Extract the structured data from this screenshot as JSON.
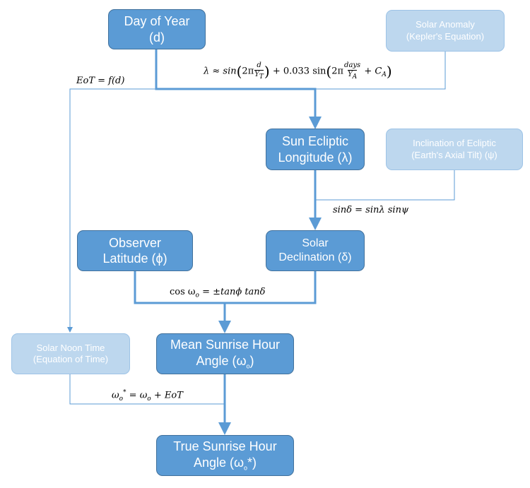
{
  "boxes": {
    "day_of_year": {
      "line1": "Day of Year",
      "line2": "(d)"
    },
    "solar_anomaly": {
      "line1": "Solar Anomaly",
      "line2": "(Kepler's Equation)"
    },
    "sun_ecliptic_longitude": {
      "line1": "Sun Ecliptic",
      "line2": "Longitude (λ)"
    },
    "inclination_of_ecliptic": {
      "line1": "Inclination of Ecliptic",
      "line2": "(Earth's Axial Tilt) (ψ)"
    },
    "observer_latitude": {
      "line1": "Observer",
      "line2": "Latitude (ϕ)"
    },
    "solar_declination": {
      "line1": "Solar",
      "line2": "Declination (δ)"
    },
    "solar_noon_time": {
      "line1": "Solar Noon Time",
      "line2": "(Equation of Time)"
    },
    "mean_sunrise_hour_angle": {
      "line1": "Mean Sunrise Hour",
      "line2": "Angle (ω",
      "line2_sub": "o",
      "line2_end": ")"
    },
    "true_sunrise_hour_angle": {
      "line1": "True Sunrise Hour",
      "line2": "Angle (ω",
      "line2_sub": "o",
      "line2_end": "*)"
    }
  },
  "equations": {
    "eot": "EoT = f(d)",
    "lambda": {
      "lhs": "λ ≈ sin",
      "two_pi": "2π",
      "frac1_num": "d",
      "frac1_den": "Y",
      "frac1_den_sub": "T",
      "plus_coef": " + 0.033 sin",
      "frac2_num": "days",
      "frac2_den": "Y",
      "frac2_den_sub": "A",
      "plus_c": " + C",
      "c_sub": "A"
    },
    "sin_delta": "sinδ = sinλ sinψ",
    "cos_omega": {
      "a": "cos ω",
      "sub": "o",
      "b": " = ±tanϕ tanδ"
    },
    "omega_star": {
      "a": "ω",
      "a_sub": "o",
      "a_sup": "*",
      "b": " = ω",
      "b_sub": "o",
      "c": " + EoT"
    }
  },
  "colors": {
    "dark_fill": "#5b9bd5",
    "dark_border": "#41719c",
    "light_fill": "#bdd7ee",
    "light_border": "#9dc3e6",
    "line": "#5b9bd5"
  }
}
